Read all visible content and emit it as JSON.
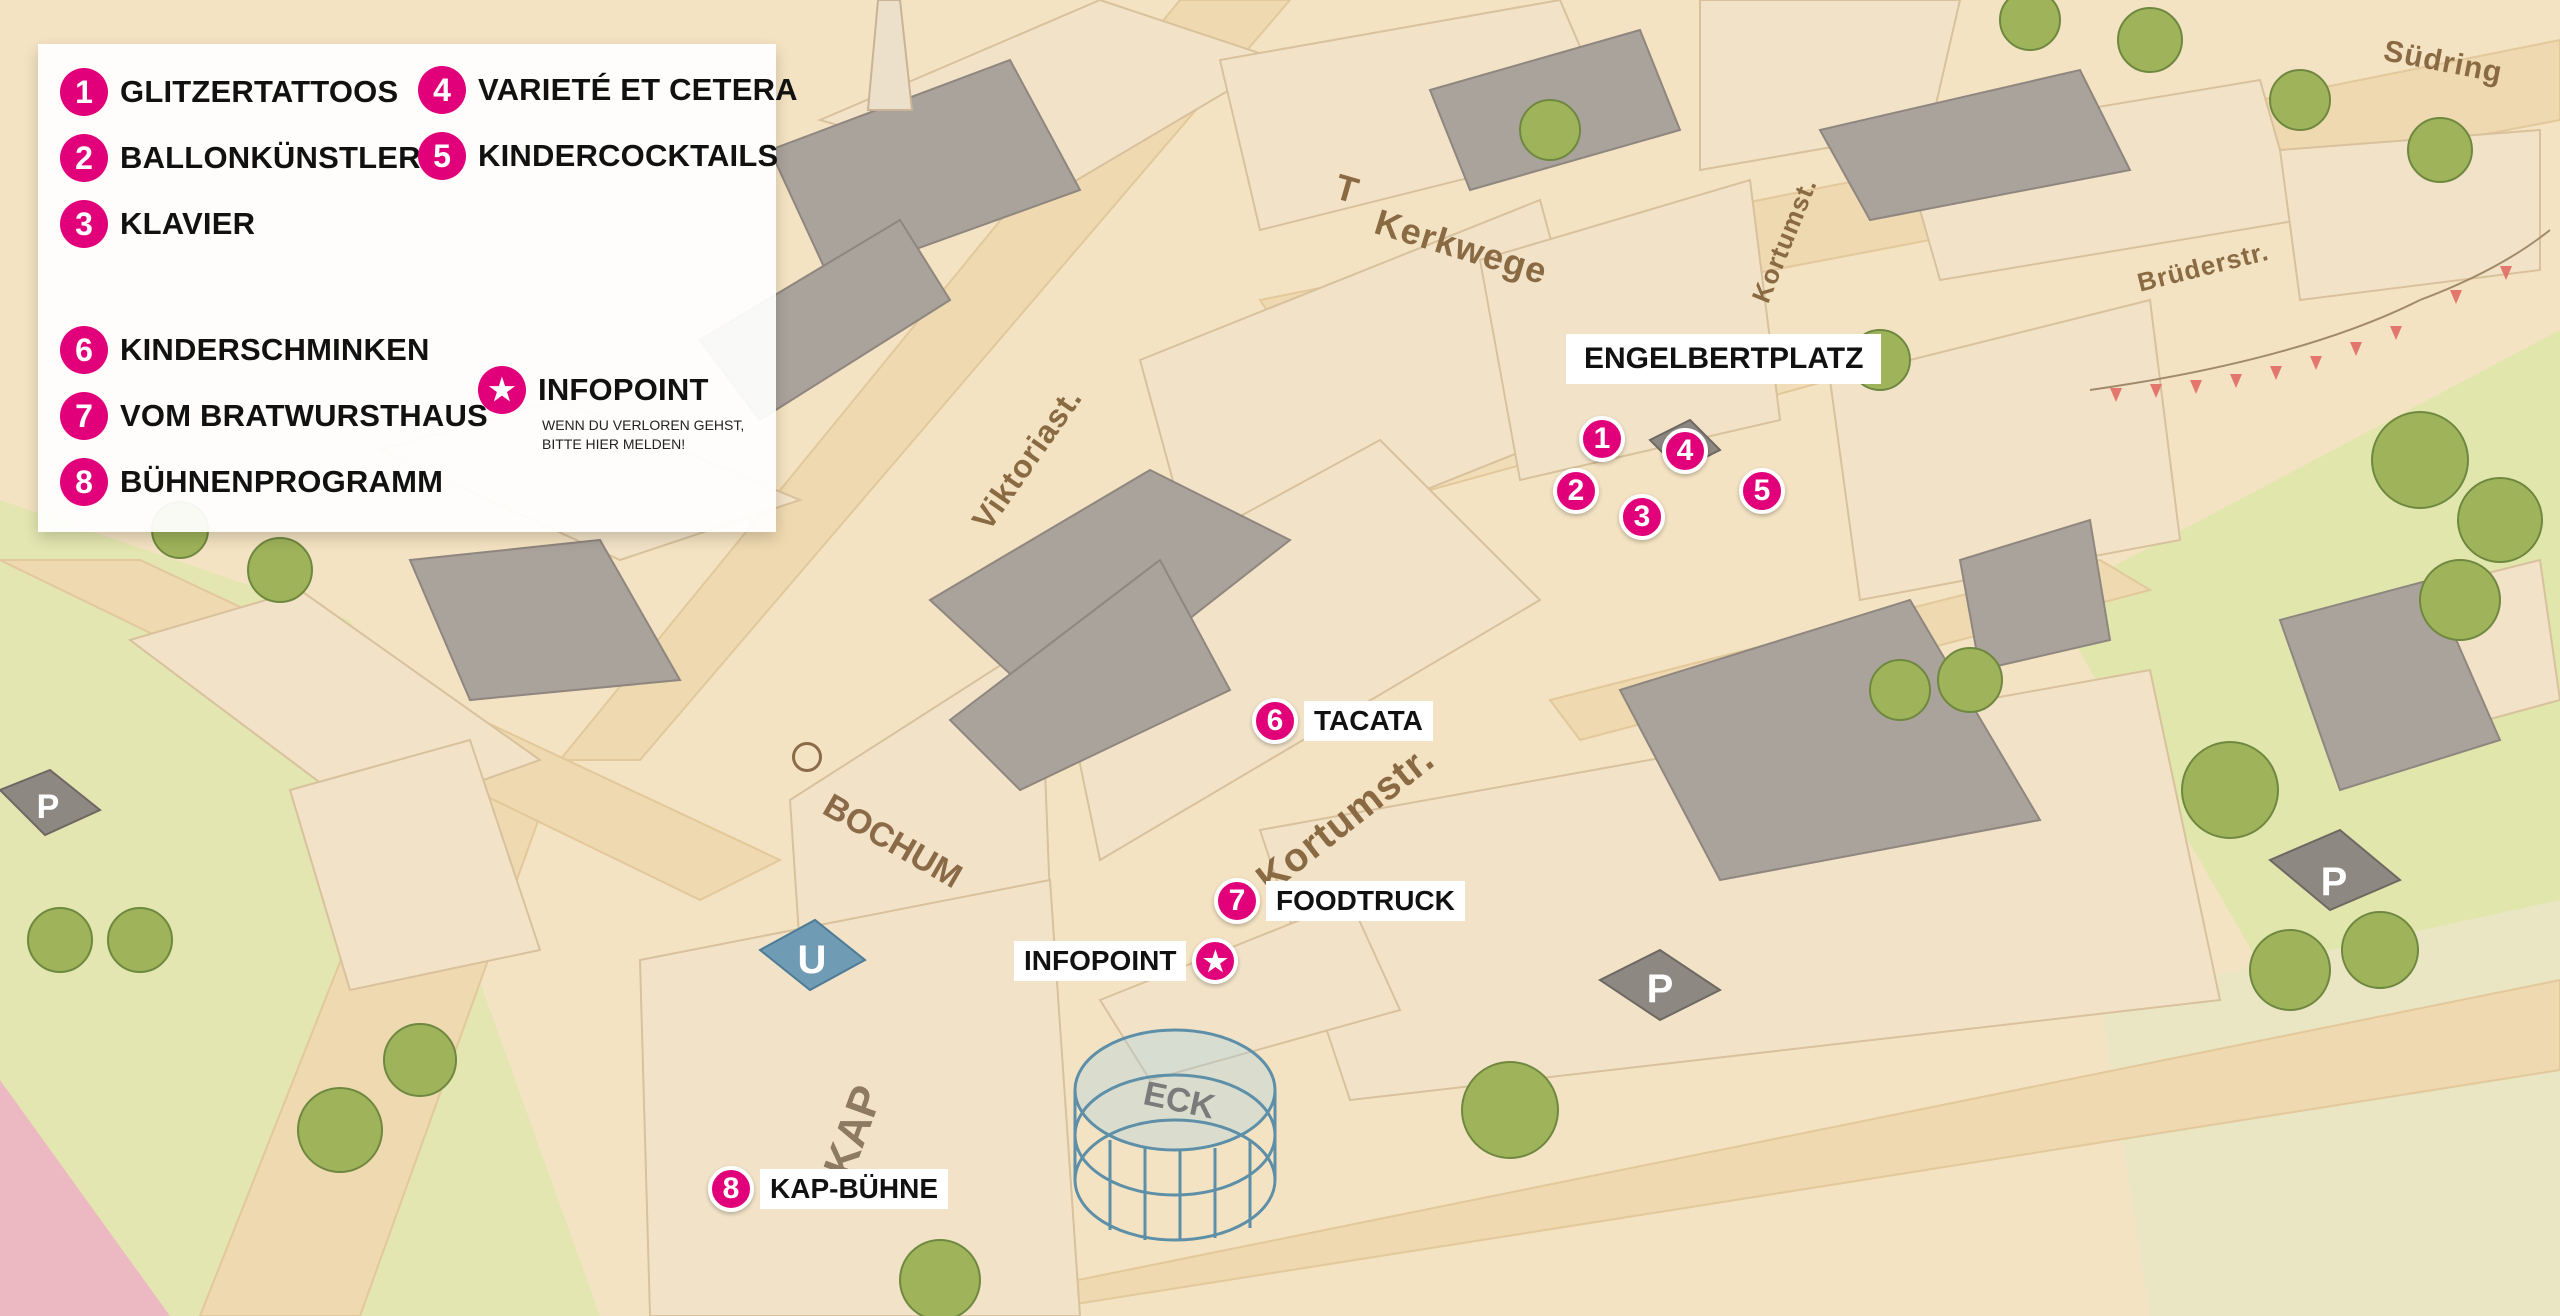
{
  "legend": {
    "items": [
      {
        "num": "1",
        "label": "GLITZERTATTOOS"
      },
      {
        "num": "2",
        "label": "BALLONKÜNSTLER"
      },
      {
        "num": "3",
        "label": "KLAVIER"
      },
      {
        "num": "4",
        "label": "VARIETÉ ET CETERA"
      },
      {
        "num": "5",
        "label": "KINDERCOCKTAILS"
      },
      {
        "num": "6",
        "label": "KINDERSCHMINKEN"
      },
      {
        "num": "7",
        "label": "VOM BRATWURSTHAUS"
      },
      {
        "num": "8",
        "label": "BÜHNENPROGRAMM"
      }
    ],
    "infopoint": {
      "icon": "star-icon",
      "label": "INFOPOINT",
      "note_line1": "WENN DU VERLOREN GEHST,",
      "note_line2": "BITTE HIER MELDEN!"
    }
  },
  "streets": {
    "kerkwege": "Kerkwege",
    "kerkwege_prefix": "T",
    "kortumst_north": "Kortumst.",
    "kortumstr_south": "Kortumstr.",
    "viktoriast": "Viktoriast.",
    "bruederstr": "Brüderstr.",
    "suedring": "Südring"
  },
  "places": {
    "engelbertplatz": "ENGELBERTPLATZ",
    "bochum": "BOCHUM",
    "eck": "ECK",
    "kap": "KAP"
  },
  "map_markers": {
    "m1": "1",
    "m2": "2",
    "m3": "3",
    "m4": "4",
    "m5": "5",
    "tacata": {
      "num": "6",
      "label": "TACATA"
    },
    "foodtruck": {
      "num": "7",
      "label": "FOODTRUCK"
    },
    "infopoint": {
      "label": "INFOPOINT"
    },
    "kap_buehne": {
      "num": "8",
      "label": "KAP-BÜHNE"
    }
  },
  "parking": {
    "label": "P"
  },
  "subway": {
    "label": "U"
  },
  "colors": {
    "accent": "#e2007a",
    "ground": "#f4e4c4",
    "building": "#f1e2c6",
    "building_gray": "#a9a39c",
    "grass": "#dbe3a6",
    "street_text": "#8a6a43"
  }
}
